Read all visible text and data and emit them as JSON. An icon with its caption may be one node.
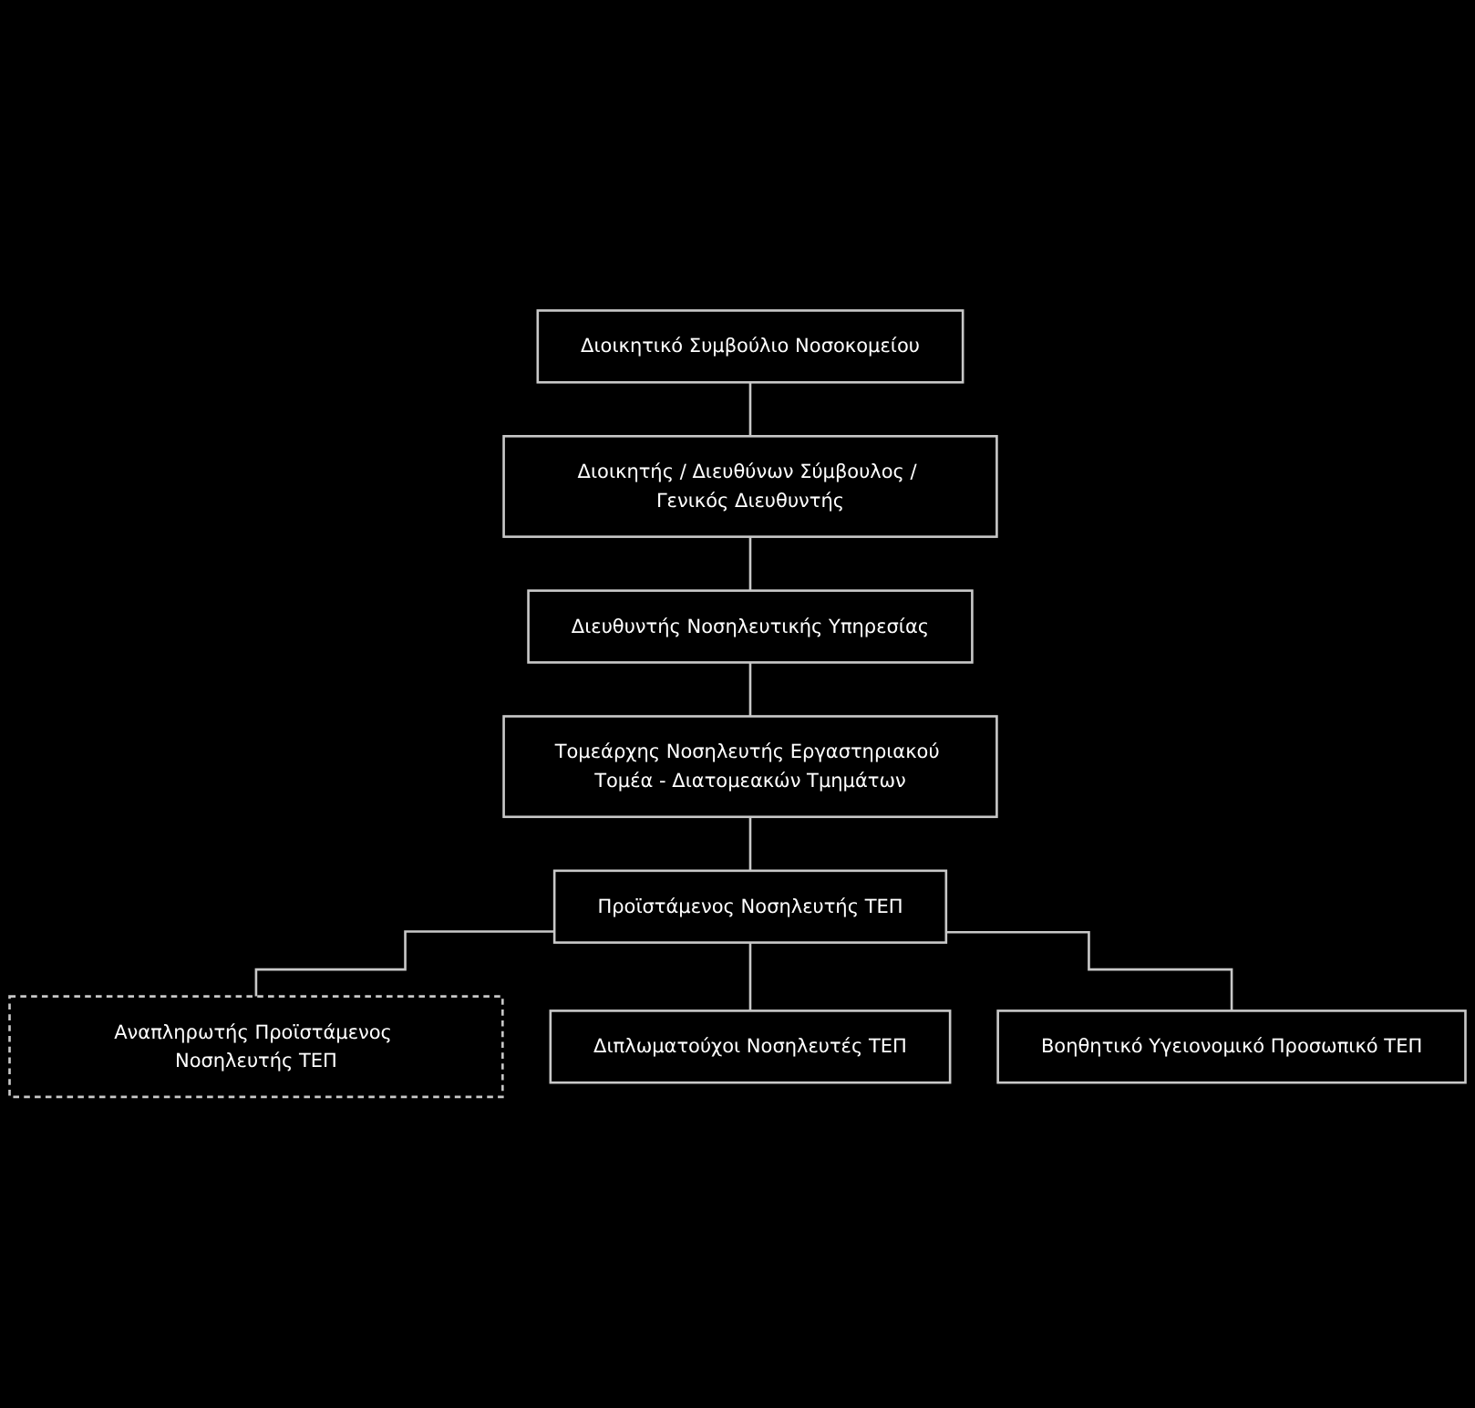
{
  "diagram": {
    "nodes": [
      {
        "text": [
          "Διοικητικό Συμβούλιο Νοσοκομείου"
        ]
      },
      {
        "text": [
          "Διοικητής / Διευθύνων Σύμβουλος / Γενικός Διευθυντής"
        ]
      },
      {
        "text": [
          "Διευθυντής Νοσηλευτικής Υπηρεσίας"
        ]
      },
      {
        "text": [
          "Τομεάρχης Νοσηλευτής Εργαστηριακού Τομέα - Διατομεακών Τμημάτων"
        ]
      },
      {
        "text": [
          "Προϊστάμενος Νοσηλευτής ΤΕΠ"
        ]
      },
      {
        "text": [
          "Αναπληρωτής Προϊστάμενος Νοσηλευτής ΤΕΠ"
        ]
      },
      {
        "text": [
          "Διπλωματούχοι Νοσηλευτές ΤΕΠ"
        ]
      },
      {
        "text": [
          "Βοηθητικό Υγειονομικό Προσωπικό ΤΕΠ"
        ]
      }
    ],
    "edges": [
      {
        "from": 0,
        "to": 1,
        "arrow": "none"
      },
      {
        "from": 1,
        "to": 2,
        "arrow": "none"
      },
      {
        "from": 2,
        "to": 3,
        "arrow": "none"
      },
      {
        "from": 3,
        "to": 4,
        "arrow": "none"
      },
      {
        "from": 4,
        "to": 5,
        "arrow": "none"
      },
      {
        "from": 4,
        "to": 6,
        "arrow": "none"
      },
      {
        "from": 4,
        "to": 7,
        "arrow": "none"
      }
    ]
  }
}
